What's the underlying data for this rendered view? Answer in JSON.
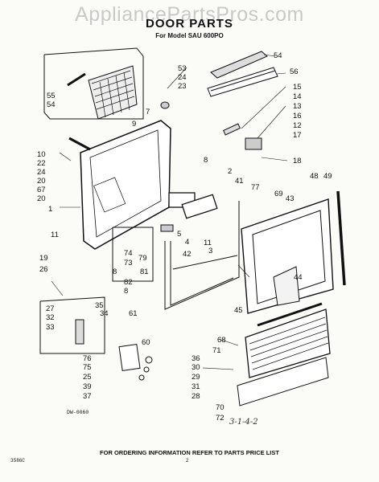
{
  "watermark": "AppliancePartsPros.com",
  "title": "DOOR PARTS",
  "subtitle": "For Model SAU 600PO",
  "drawing_code": "DW-0060",
  "footer": "FOR ORDERING INFORMATION REFER TO PARTS PRICE LIST",
  "ref_number": "3586C",
  "page_number": "2",
  "signature": "3-1-4-2",
  "callouts": {
    "c53": "53",
    "c24a": "24",
    "c23": "23",
    "c55": "55",
    "c54a": "54",
    "c54b": "54",
    "c56": "56",
    "c15": "15",
    "c14": "14",
    "c13": "13",
    "c16": "16",
    "c12": "12",
    "c17": "17",
    "c18": "18",
    "c7": "7",
    "c9": "9",
    "c10": "10",
    "c22": "22",
    "c24b": "24",
    "c20a": "20",
    "c67": "67",
    "c20b": "20",
    "c1": "1",
    "c8a": "8",
    "c2": "2",
    "c41": "41",
    "c77": "77",
    "c48": "48",
    "c49": "49",
    "c69": "69",
    "c43": "43",
    "c11a": "11",
    "c5": "5",
    "c4": "4",
    "c11b": "11",
    "c42": "42",
    "c3": "3",
    "c74": "74",
    "c79": "79",
    "c73": "73",
    "c8b": "8",
    "c81": "81",
    "c82": "82",
    "c8c": "8",
    "c19": "19",
    "c26": "26",
    "c44": "44",
    "c45": "45",
    "c27": "27",
    "c35": "35",
    "c32": "32",
    "c34": "34",
    "c33": "33",
    "c61": "61",
    "c60": "60",
    "c68": "68",
    "c71": "71",
    "c76": "76",
    "c75": "75",
    "c25": "25",
    "c39": "39",
    "c37": "37",
    "c36": "36",
    "c30": "30",
    "c29": "29",
    "c31": "31",
    "c28": "28",
    "c70": "70",
    "c72": "72"
  }
}
